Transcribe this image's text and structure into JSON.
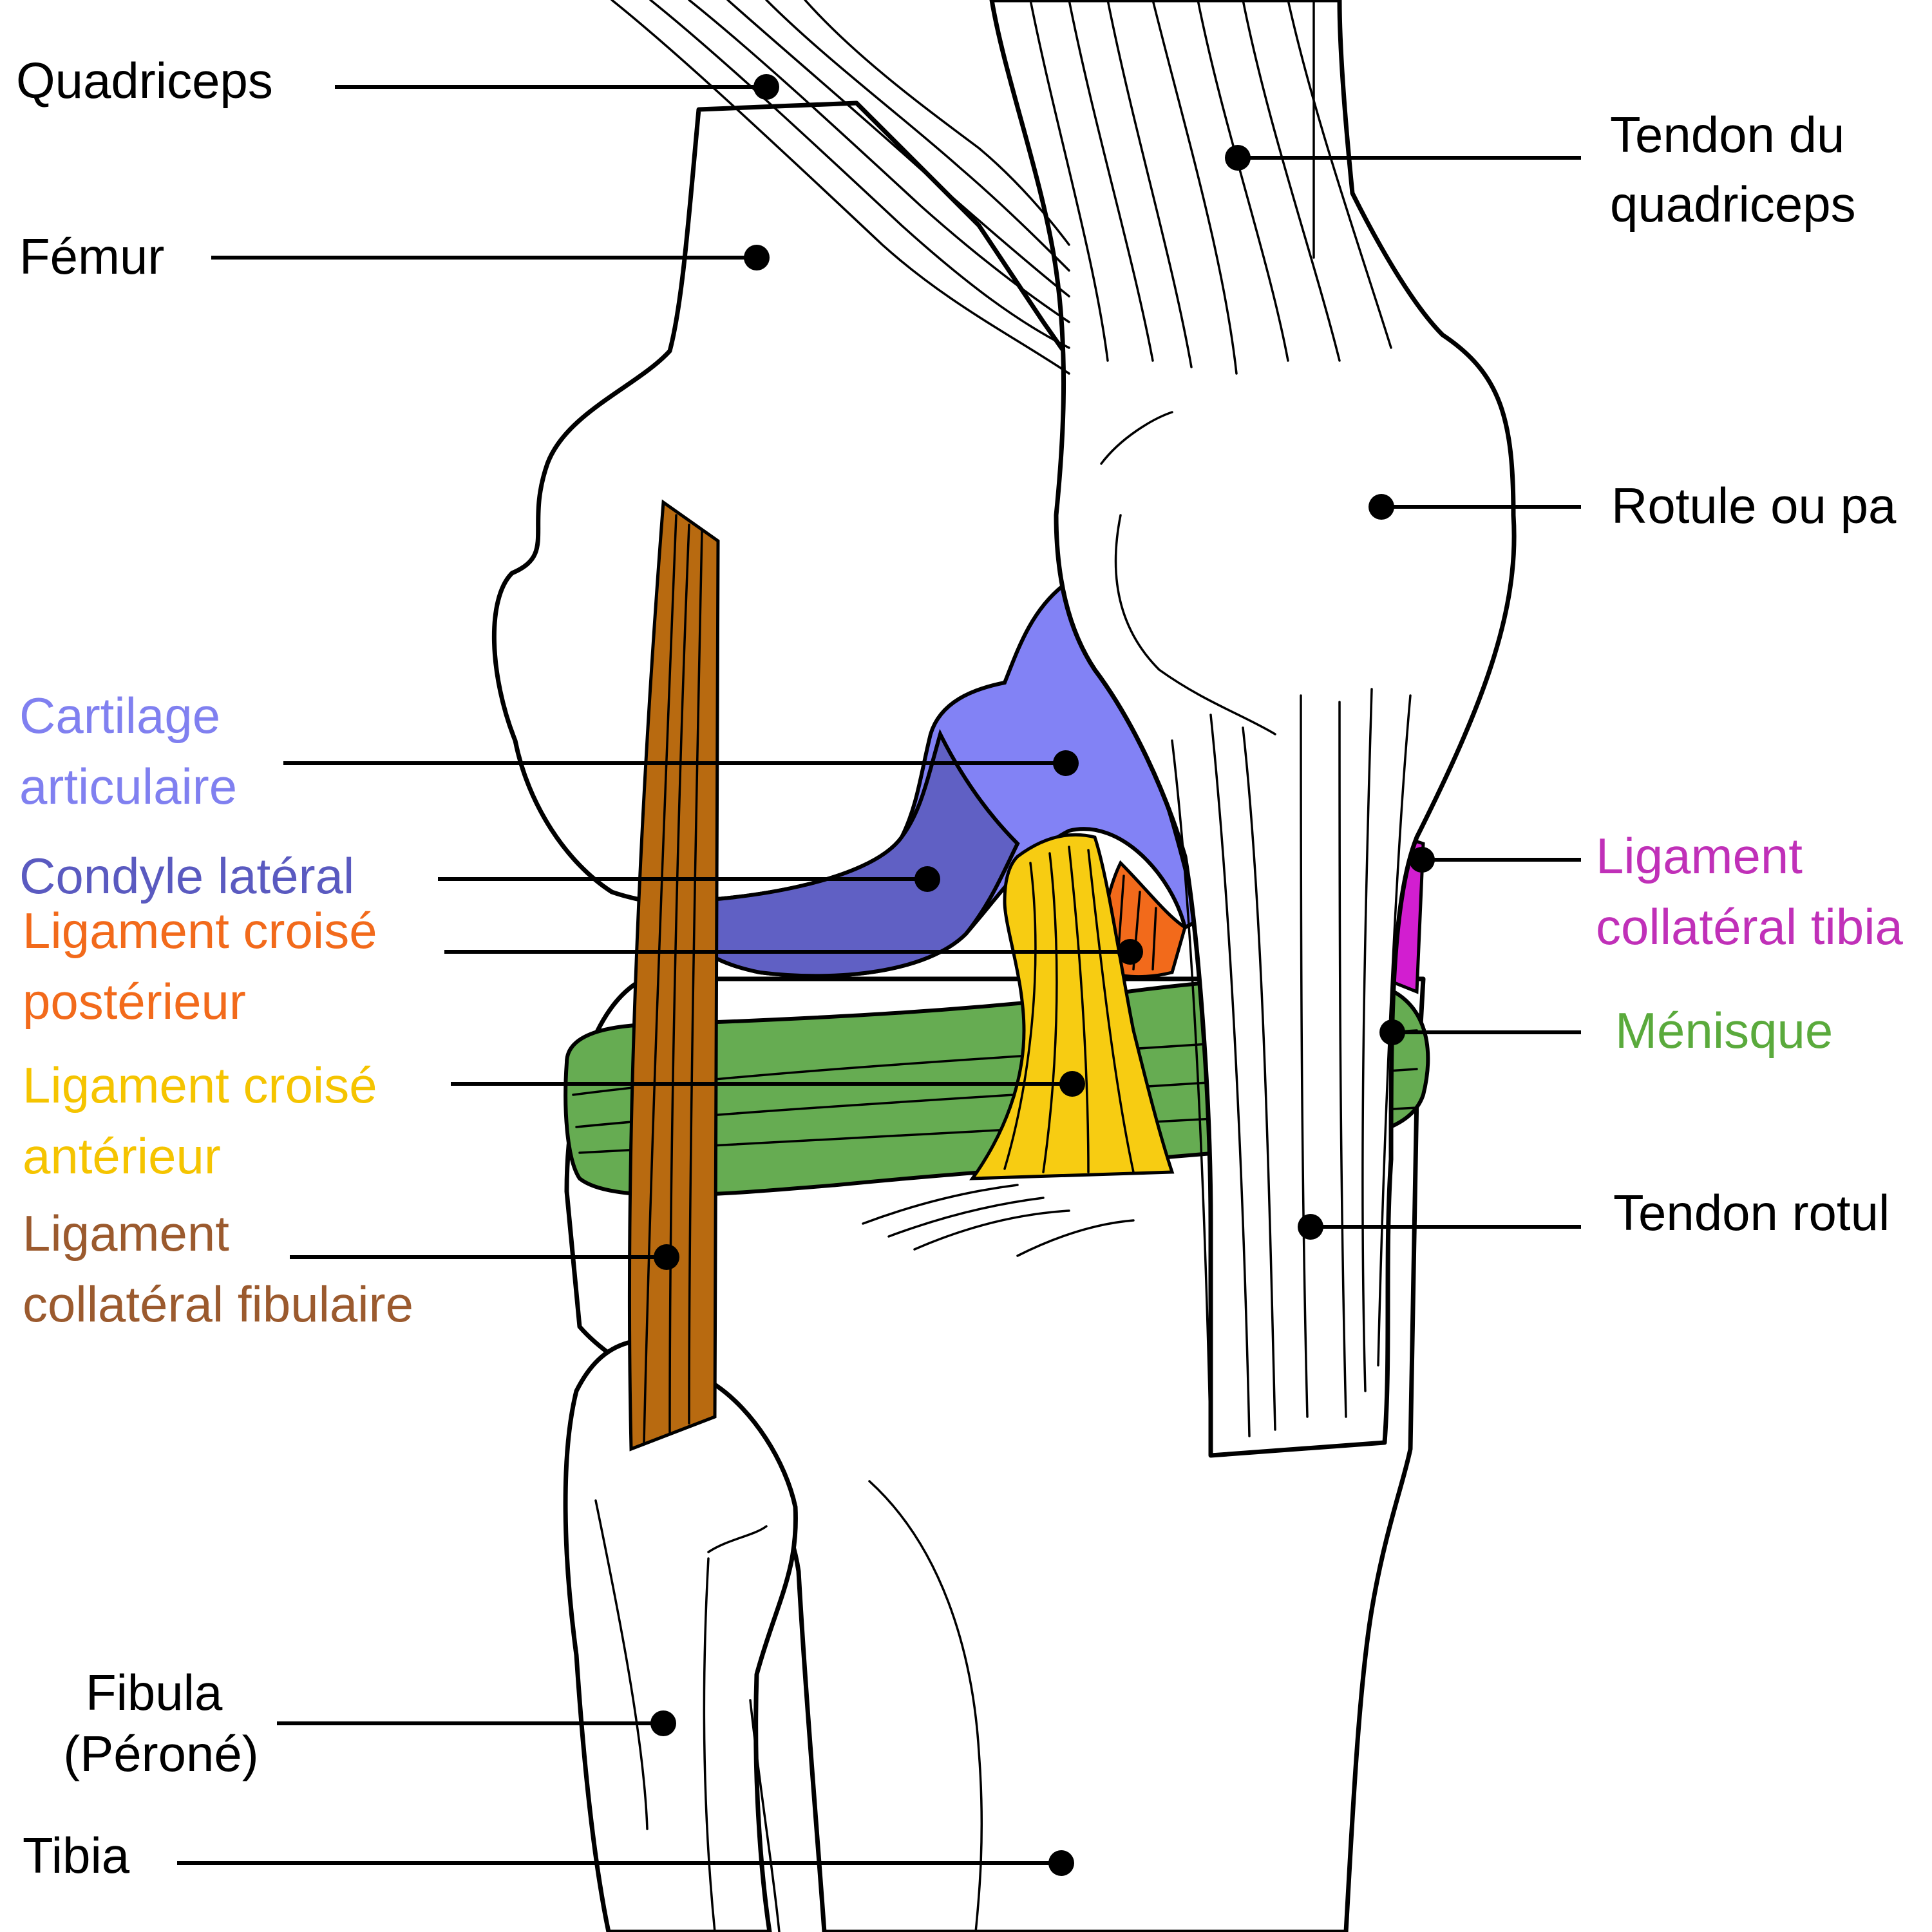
{
  "labels": {
    "quadriceps": {
      "lines": [
        "Quadriceps"
      ],
      "color": "#000000"
    },
    "femur": {
      "lines": [
        "Fémur"
      ],
      "color": "#000000"
    },
    "cartilage": {
      "lines": [
        "Cartilage",
        "articulaire"
      ],
      "color": "#8080f0"
    },
    "condyle": {
      "lines": [
        "Condyle latéral"
      ],
      "color": "#5a5ac0"
    },
    "lcp": {
      "lines": [
        "Ligament croisé",
        "postérieur"
      ],
      "color": "#f26a1b"
    },
    "lca": {
      "lines": [
        "Ligament croisé",
        "antérieur"
      ],
      "color": "#f5c400"
    },
    "lcf": {
      "lines": [
        "Ligament",
        "collatéral fibulaire"
      ],
      "color": "#9b5a2e"
    },
    "fibula": {
      "lines": [
        "Fibula",
        "(Péroné)"
      ],
      "color": "#000000"
    },
    "tibia": {
      "lines": [
        "Tibia"
      ],
      "color": "#000000"
    },
    "tendon_quadriceps": {
      "lines": [
        "Tendon du",
        "quadriceps"
      ],
      "color": "#000000"
    },
    "rotule": {
      "lines": [
        "Rotule ou pa"
      ],
      "color": "#000000"
    },
    "lct": {
      "lines": [
        "Ligament",
        "collatéral tibia"
      ],
      "color": "#c030b8"
    },
    "menisque": {
      "lines": [
        "Ménisque"
      ],
      "color": "#5aaa3c"
    },
    "tendon_rotulien": {
      "lines": [
        "Tendon rotul"
      ],
      "color": "#000000"
    }
  },
  "structure_colors": {
    "cartilage": "#8282f5",
    "condyle": "#6060c4",
    "menisque": "#66ac52",
    "lca": "#f7cc12",
    "lcp": "#f26a1b",
    "lcf": "#b86a10",
    "lct": "#d21ed0"
  }
}
